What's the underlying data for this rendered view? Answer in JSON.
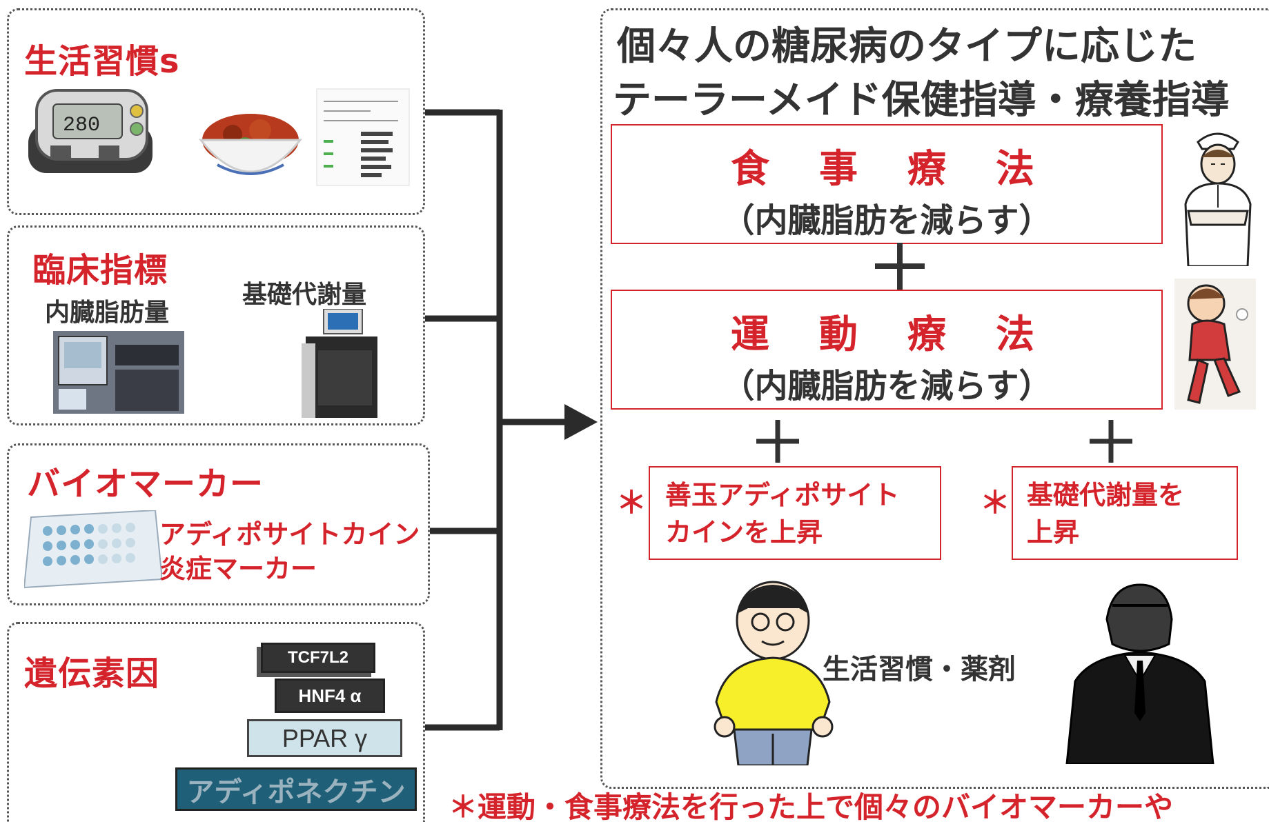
{
  "left_panels": {
    "lifestyle": {
      "title": "生活習慣s",
      "pedometer_reading": "280"
    },
    "clinical": {
      "title": "臨床指標",
      "visceral_fat_label": "内臓脂肪量",
      "bmr_label": "基礎代謝量"
    },
    "biomarker": {
      "title": "バイオマーカー",
      "line1": "アディポサイトカイン",
      "line2": "炎症マーカー"
    },
    "genetic": {
      "title": "遺伝素因",
      "genes": [
        "TCF7L2",
        "HNF4 α",
        "PPAR γ",
        "アディポネクチン"
      ]
    }
  },
  "right_panel": {
    "heading_line1": "個々人の糖尿病のタイプに応じた",
    "heading_line2": "テーラーメイド保健指導・療養指導",
    "diet": {
      "title": "食事療法",
      "subtitle": "（内臓脂肪を減らす）"
    },
    "plus": "＋",
    "exercise": {
      "title": "運動療法",
      "subtitle": "（内臓脂肪を減らす）"
    },
    "asterisk": "＊",
    "box_left": {
      "line1": "善玉アディポサイト",
      "line2": "カインを上昇"
    },
    "box_right": {
      "line1": "基礎代謝量を",
      "line2": "上昇"
    },
    "lifestyle_drug": "生活習慣・薬剤"
  },
  "footnote": "＊運動・食事療法を行った上で個々のバイオマーカーや",
  "colors": {
    "accent_red": "#d4232a",
    "gene_teal": "#1f5f78",
    "gene_lightblue": "#cfe3ea",
    "dark_box": "#333333"
  }
}
